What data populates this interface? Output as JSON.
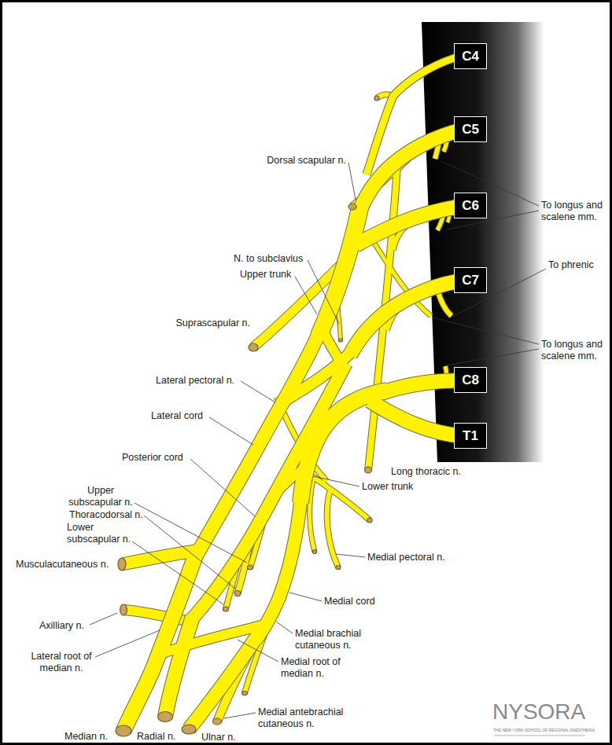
{
  "diagram": {
    "nodes": [
      {
        "text": [
          "C4"
        ]
      },
      {
        "text": [
          "C5"
        ]
      },
      {
        "text": [
          "C6"
        ]
      },
      {
        "text": [
          "C7"
        ]
      },
      {
        "text": [
          "C8"
        ]
      },
      {
        "text": [
          "T1"
        ]
      }
    ],
    "labels": [
      "Dorsal scapular n.",
      "To longus and scalene mm.",
      "N. to subclavius",
      "Upper trunk",
      "To phrenic",
      "Suprascapular n.",
      "To longus and scalene mm.",
      "Lateral pectoral n.",
      "Lateral cord",
      "Posterior cord",
      "Long thoracic n.",
      "Lower trunk",
      "Upper subscapular n.",
      "Thoracodorsal n.",
      "Lower subscapular n.",
      "Medial pectoral n.",
      "Musculacutaneous n.",
      "Medial cord",
      "Axilliary n.",
      "Medial brachial cutaneous n.",
      "Lateral root of median n.",
      "Medial root of median n.",
      "Medial antebrachial cutaneous n.",
      "Median n.",
      "Radial n.",
      "Ulnar n.",
      "NYSORA",
      "THE NEW YORK SCHOOL OF REGIONAL ANESTHESIA"
    ]
  }
}
